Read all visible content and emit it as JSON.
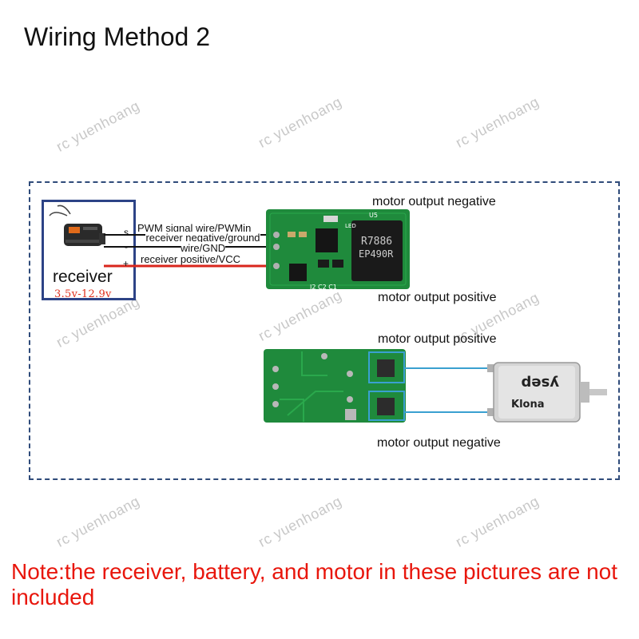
{
  "title": "Wiring Method 2",
  "watermark": "rc yuenhoang",
  "receiver": {
    "label": "receiver",
    "voltage": "3.5v-12.9v",
    "pins": [
      "s",
      "-",
      "+"
    ]
  },
  "wires": {
    "pwm": "PWM signal wire/PWMin",
    "ground": "receiver negative/ground wire/GND",
    "vcc": "receiver positive/VCC"
  },
  "outputs": {
    "top_negative": "motor output negative",
    "top_positive": "motor output positive",
    "bottom_positive": "motor output positive",
    "bottom_negative": "motor output negative"
  },
  "board": {
    "chip_line1": "R7886",
    "chip_line2": "EP490R",
    "small_labels": [
      "U5",
      "C2",
      "C1",
      "LED",
      "J2"
    ]
  },
  "motor": {
    "label_top": "ysep",
    "label_bottom": "Klona"
  },
  "note": "Note:the receiver, battery, and motor in these pictures are not included",
  "colors": {
    "frame": "#2f4b7a",
    "pcb": "#1f8a3c",
    "note": "#e8160c",
    "wire_red": "#d9261c",
    "wire_blue": "#3aa0d0"
  }
}
